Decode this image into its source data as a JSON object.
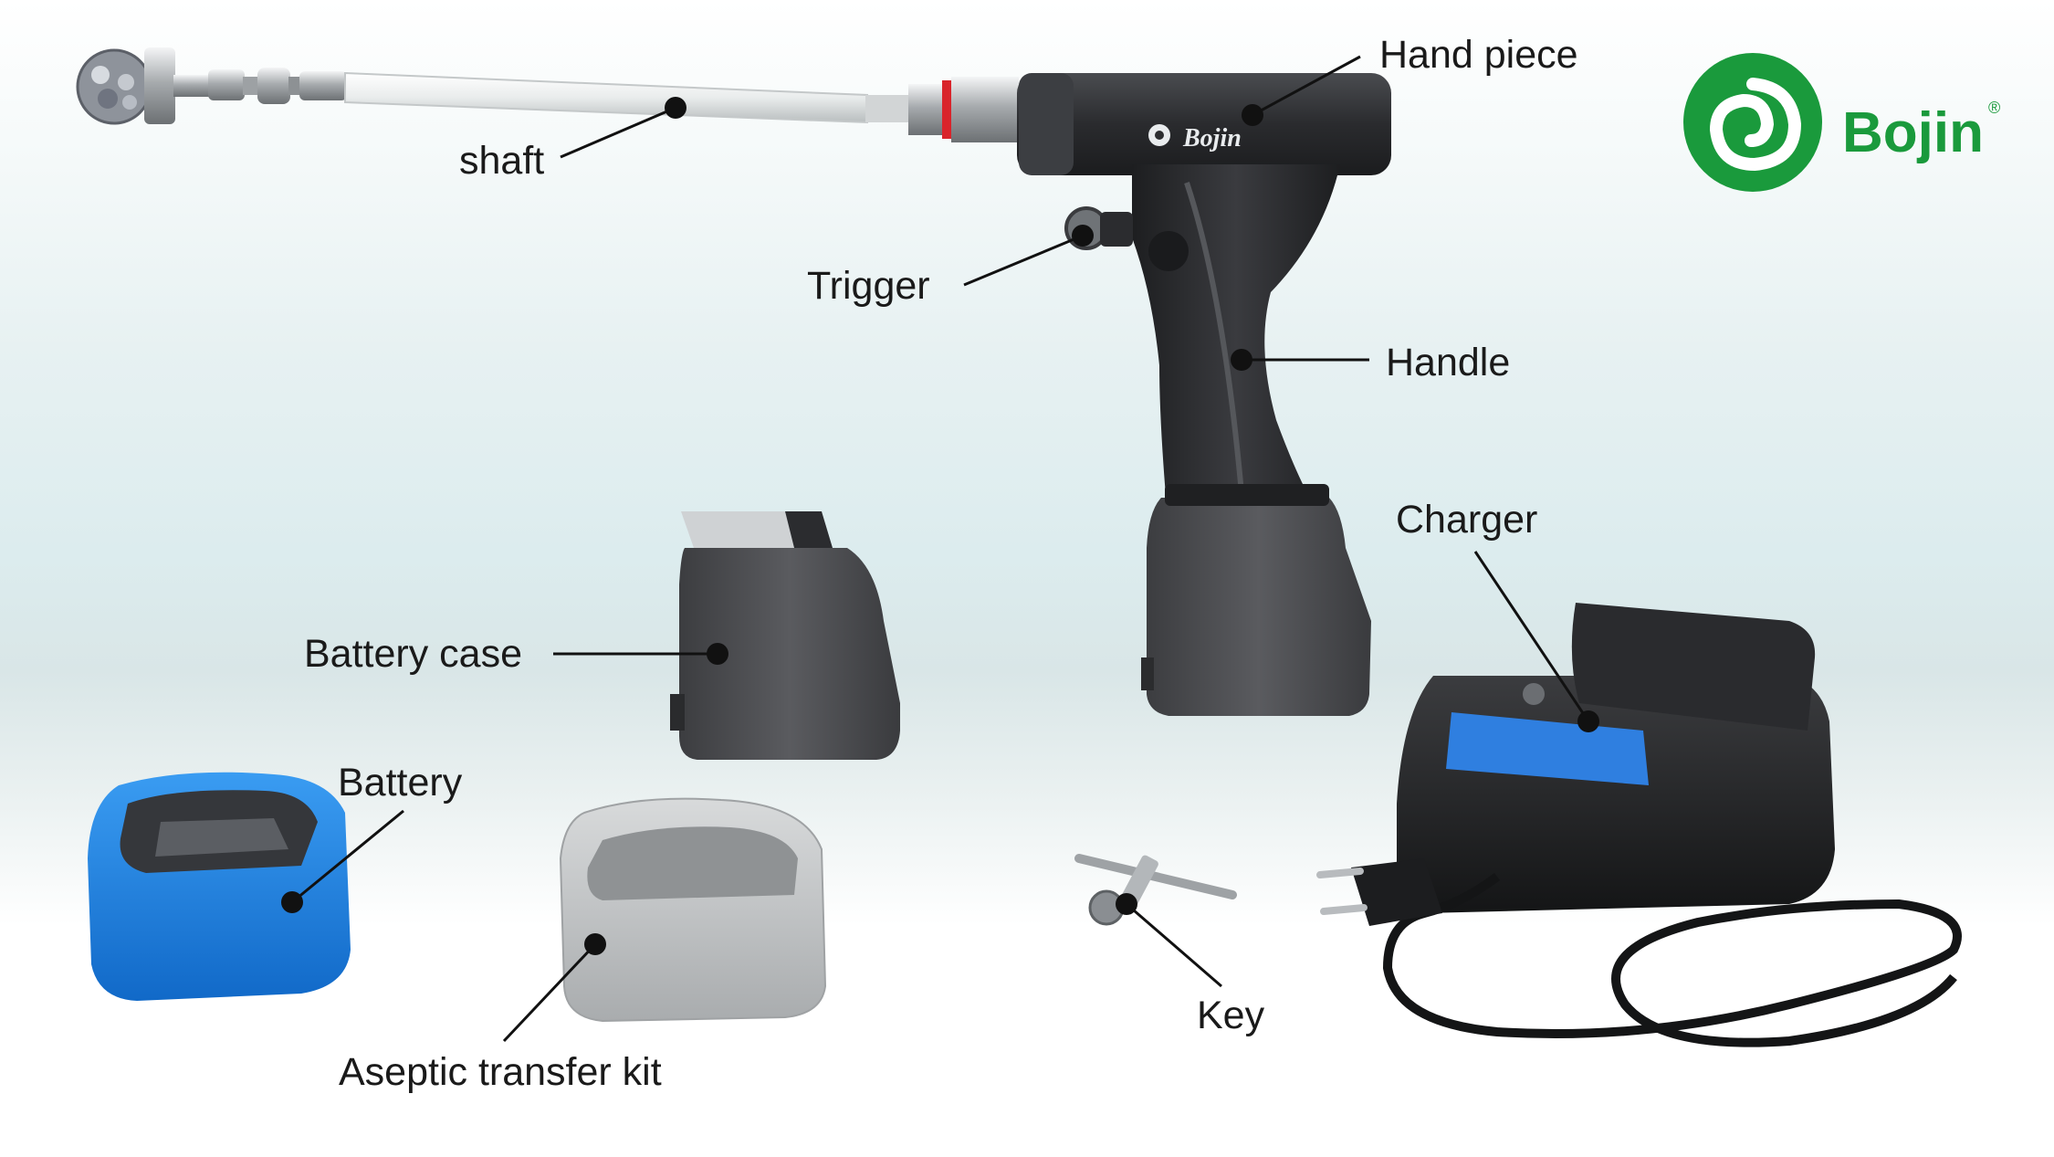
{
  "brand": {
    "name": "Bojin",
    "registered_mark": "®",
    "handpiece_engraving": "Bojin",
    "color": "#1a9a3c"
  },
  "labels": {
    "shaft": "shaft",
    "hand_piece": "Hand piece",
    "trigger": "Trigger",
    "handle": "Handle",
    "charger": "Charger",
    "battery_case": "Battery case",
    "battery": "Battery",
    "aseptic_transfer_kit": "Aseptic transfer kit",
    "key": "Key"
  },
  "colors": {
    "drill_body": "#2c2d30",
    "battery": "#1f86e6",
    "charger_panel": "#2f7fe0",
    "aseptic_kit": "#c9cbcd",
    "battery_case": "#4a4b4e",
    "leader_line": "#111111"
  }
}
